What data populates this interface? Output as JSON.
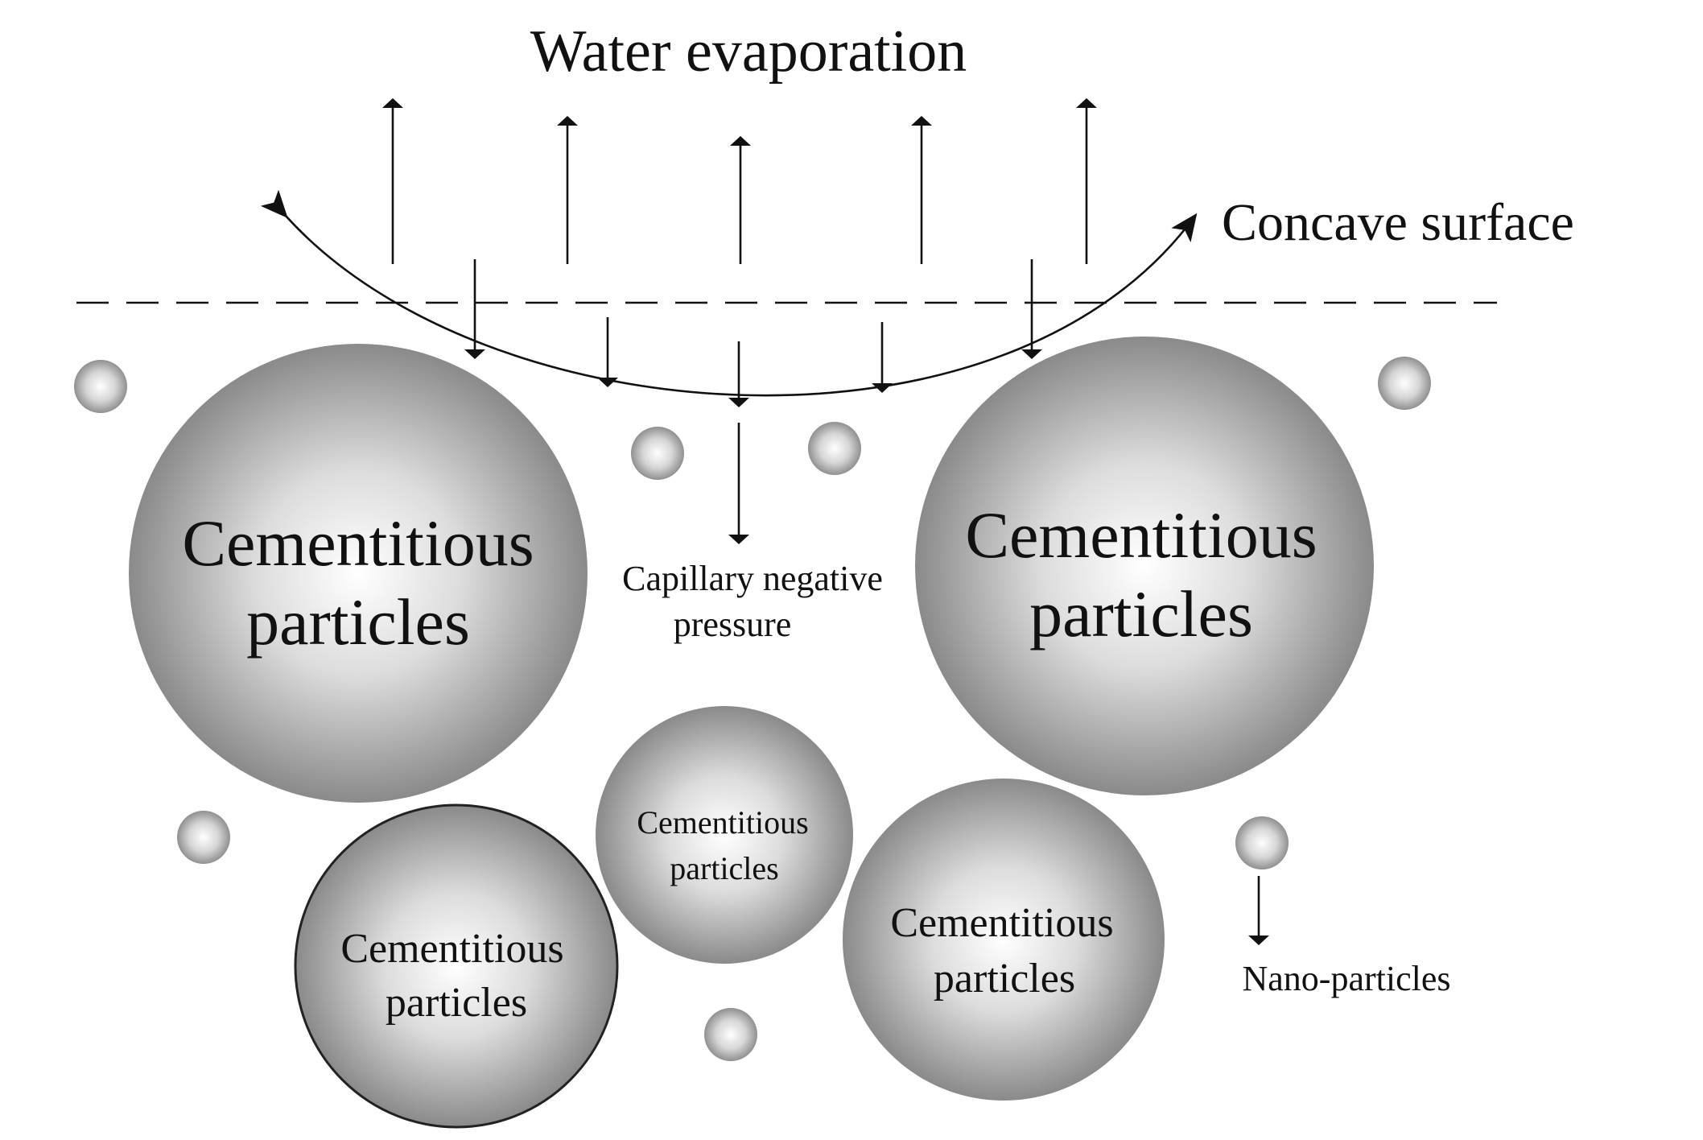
{
  "labels": {
    "water_evaporation": "Water evaporation",
    "concave_surface": "Concave surface",
    "capillary_line1": "Capillary negative",
    "capillary_line2": "pressure",
    "nano_particles": "Nano-particles"
  },
  "particles": {
    "left_large": {
      "line1": "Cementitious",
      "line2": "particles"
    },
    "right_large": {
      "line1": "Cementitious",
      "line2": "particles"
    },
    "bottom_left": {
      "line1": "Cementitious",
      "line2": "particles"
    },
    "bottom_center": {
      "line1": "Cementitious",
      "line2": "particles"
    },
    "bottom_right": {
      "line1": "Cementitious",
      "line2": "particles"
    }
  },
  "colors": {
    "ink": "#111111",
    "particle_light": "#ffffff",
    "particle_dark": "#888888"
  }
}
